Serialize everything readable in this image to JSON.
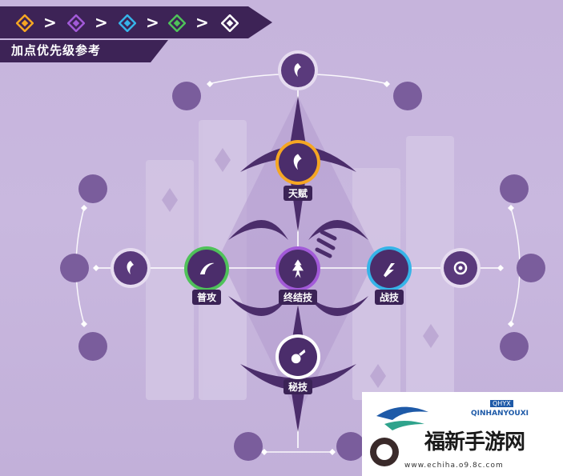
{
  "banner": {
    "title": "加点优先级参考",
    "priority_order": [
      {
        "name": "diamond-orange-icon",
        "color": "#f5a623"
      },
      {
        "name": "diamond-purple-icon",
        "color": "#a25ad8"
      },
      {
        "name": "diamond-cyan-icon",
        "color": "#36b4e8"
      },
      {
        "name": "diamond-green-icon",
        "color": "#4fc25a"
      },
      {
        "name": "diamond-white-icon",
        "color": "#ffffff"
      }
    ],
    "arrow": ">"
  },
  "skills": {
    "talent": {
      "label": "天赋",
      "ring_color": "#f5a623"
    },
    "basic_attack": {
      "label": "普攻",
      "ring_color": "#4fc25a"
    },
    "ultimate": {
      "label": "终结技",
      "ring_color": "#a25ad8"
    },
    "skill": {
      "label": "战技",
      "ring_color": "#36b4e8"
    },
    "technique": {
      "label": "秘技",
      "ring_color": "#ffffff"
    }
  },
  "watermark": {
    "tag": "QHYX",
    "sub": "QINHANYOUXI",
    "name": "福新手游网",
    "url": "www.echiha.o9.8c.com"
  }
}
